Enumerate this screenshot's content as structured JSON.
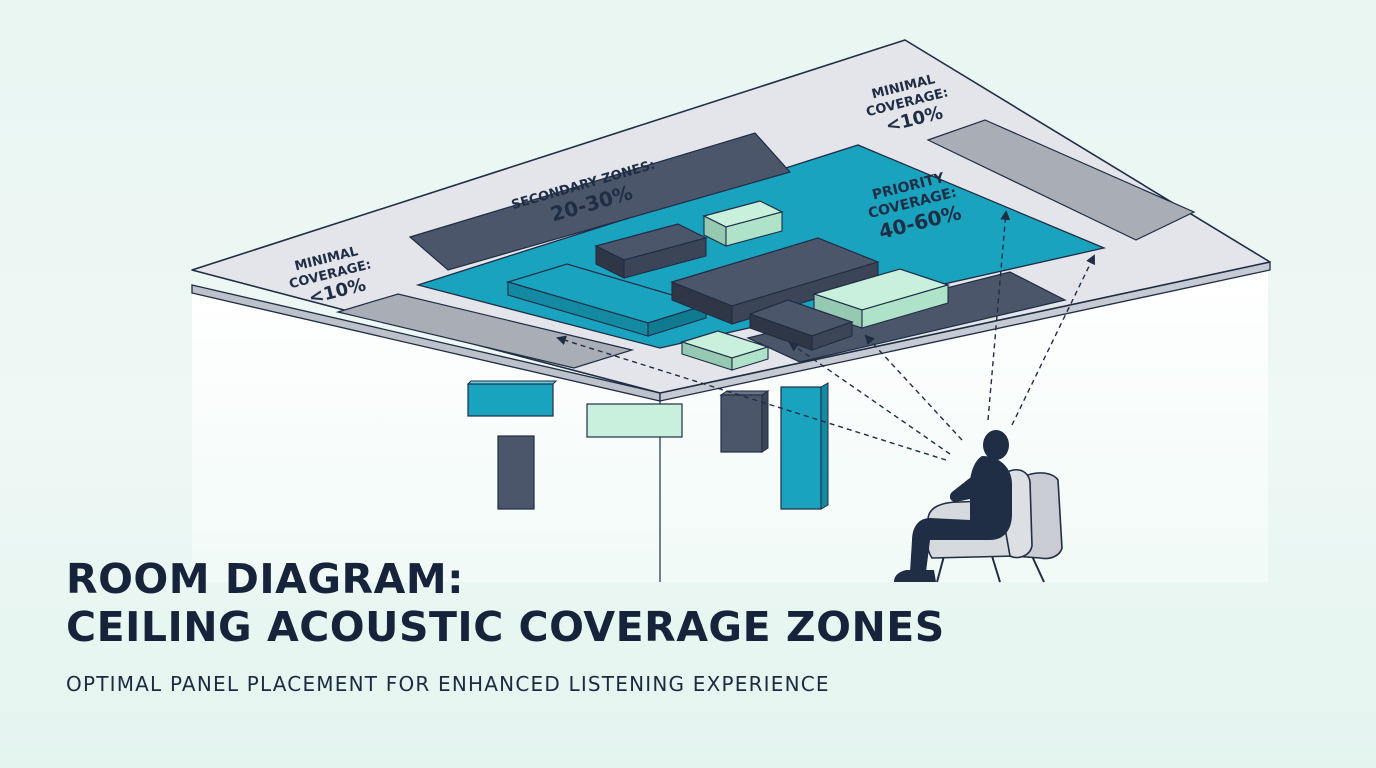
{
  "title": {
    "line1": "ROOM DIAGRAM:",
    "line2": "CEILING ACOUSTIC COVERAGE ZONES"
  },
  "subtitle": "OPTIMAL PANEL PLACEMENT FOR ENHANCED LISTENING EXPERIENCE",
  "zones": {
    "minimal_left": {
      "line1": "MINIMAL",
      "line2": "COVERAGE:",
      "value": "<10%"
    },
    "minimal_right": {
      "line1": "MINIMAL",
      "line2": "COVERAGE:",
      "value": "<10%"
    },
    "secondary": {
      "line1": "SECONDARY ZONES:",
      "value": "20-30%"
    },
    "priority": {
      "line1": "PRIORITY",
      "line2": "COVERAGE:",
      "value": "40-60%"
    }
  },
  "colors": {
    "ceiling": "#e3e5ea",
    "priority_zone": "#1aa3bf",
    "panel_dark": "#4c566a",
    "panel_light": "#c8f0dc",
    "panel_gray": "#a8adb6",
    "outline": "#1f2d45"
  },
  "icons": {
    "listener": "seated-person-icon",
    "chair": "armchair-icon"
  }
}
